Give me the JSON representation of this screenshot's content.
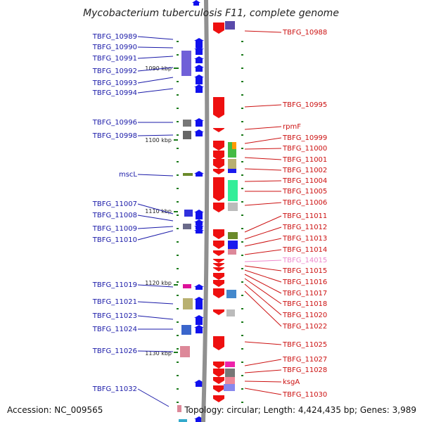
{
  "title": "Mycobacterium tuberculosis F11, complete genome",
  "footer": {
    "accession": "Accession: NC_009565",
    "summary": "Topology: circular; Length: 4,424,435 bp; Genes: 3,989"
  },
  "colors": {
    "backbone": "#909090",
    "left_label": "#1a1aa8",
    "right_label": "#cc1111",
    "highlight_label": "#ee88cc",
    "plus_strand": "#1010ee",
    "minus_strand": "#ee1010",
    "tick": "#1a7a1a"
  },
  "kbp_marks": [
    "1090 kbp",
    "1100 kbp",
    "1110 kbp",
    "1120 kbp",
    "1130 kbp"
  ],
  "left_genes": [
    "TBFG_10989",
    "TBFG_10990",
    "TBFG_10991",
    "TBFG_10992",
    "TBFG_10993",
    "TBFG_10994",
    "TBFG_10996",
    "TBFG_10998",
    "mscL",
    "TBFG_11007",
    "TBFG_11008",
    "TBFG_11009",
    "TBFG_11010",
    "TBFG_11019",
    "TBFG_11021",
    "TBFG_11023",
    "TBFG_11024",
    "TBFG_11026",
    "TBFG_11032"
  ],
  "right_genes": [
    "TBFG_10988",
    "TBFG_10995",
    "rpmF",
    "TBFG_10999",
    "TBFG_11000",
    "TBFG_11001",
    "TBFG_11002",
    "TBFG_11004",
    "TBFG_11005",
    "TBFG_11006",
    "TBFG_11011",
    "TBFG_11012",
    "TBFG_11013",
    "TBFG_11014",
    "TBFG_14015",
    "TBFG_11015",
    "TBFG_11016",
    "TBFG_11017",
    "TBFG_11018",
    "TBFG_11020",
    "TBFG_11022",
    "TBFG_11025",
    "TBFG_11027",
    "TBFG_11028",
    "ksgA",
    "TBFG_11030"
  ]
}
